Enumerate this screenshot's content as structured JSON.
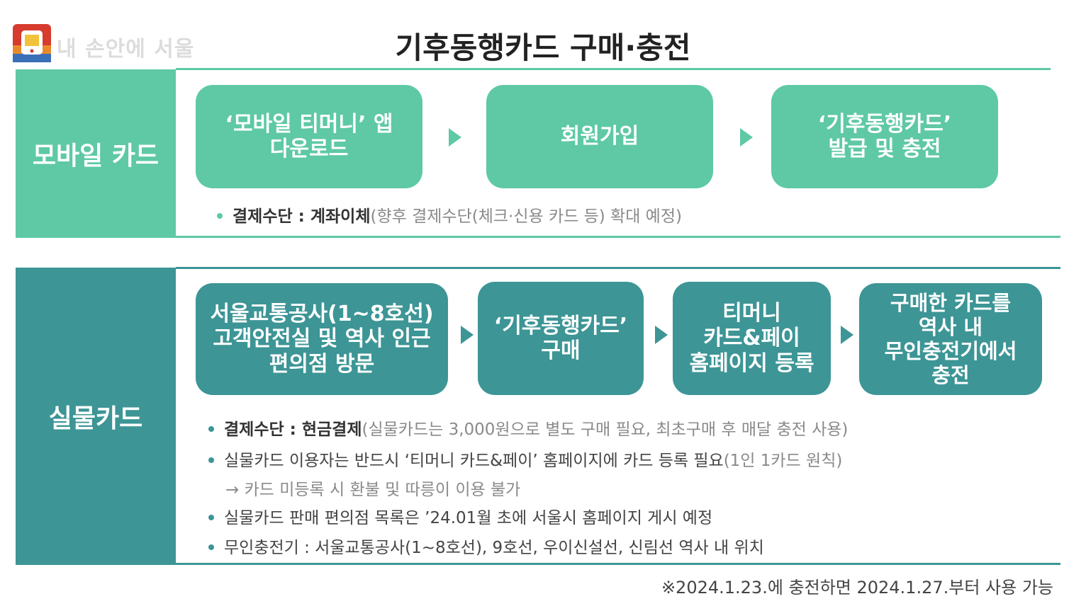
{
  "header": {
    "logo_text": "내 손안에 서울",
    "title": "기후동행카드 구매·충전"
  },
  "mobile": {
    "label": "모바일 카드",
    "steps": [
      "‘모바일 티머니’ 앱\n다운로드",
      "회원가입",
      "‘기후동행카드’\n발급 및 충전"
    ],
    "note": {
      "key": "결제수단 : ",
      "value": "계좌이체",
      "extra": "(향후 결제수단(체크·신용 카드 등) 확대 예정)"
    }
  },
  "physical": {
    "label": "실물카드",
    "steps": [
      "서울교통공사(1~8호선)\n고객안전실 및 역사 인근\n편의점 방문",
      "‘기후동행카드’\n구매",
      "티머니\n카드&페이\n홈페이지 등록",
      "구매한 카드를\n역사 내\n무인충전기에서\n충전"
    ],
    "notes": {
      "n1_key": "결제수단 : ",
      "n1_value": "현금결제",
      "n1_extra": "(실물카드는 3,000원으로 별도 구매 필요, 최초구매 후 매달 충전 사용)",
      "n2_text": "실물카드 이용자는 반드시 ‘티머니 카드&페이’ 홈페이지에 카드 등록 필요",
      "n2_extra": "(1인 1카드 원칙)",
      "n2_sub": "→ 카드 미등록 시 환불 및 따릉이 이용 불가",
      "n3_text": "실물카드 판매 편의점 목록은 ’24.01월 초에 서울시 홈페이지 게시 예정",
      "n4_text": "무인충전기 : 서울교통공사(1~8호선), 9호선, 우이신설선, 신림선 역사 내 위치"
    }
  },
  "footer": "※2024.1.23.에 충전하면 2024.1.27.부터 사용 가능",
  "colors": {
    "mobile_green": "#5ec9a4",
    "physical_teal": "#3d9596"
  }
}
